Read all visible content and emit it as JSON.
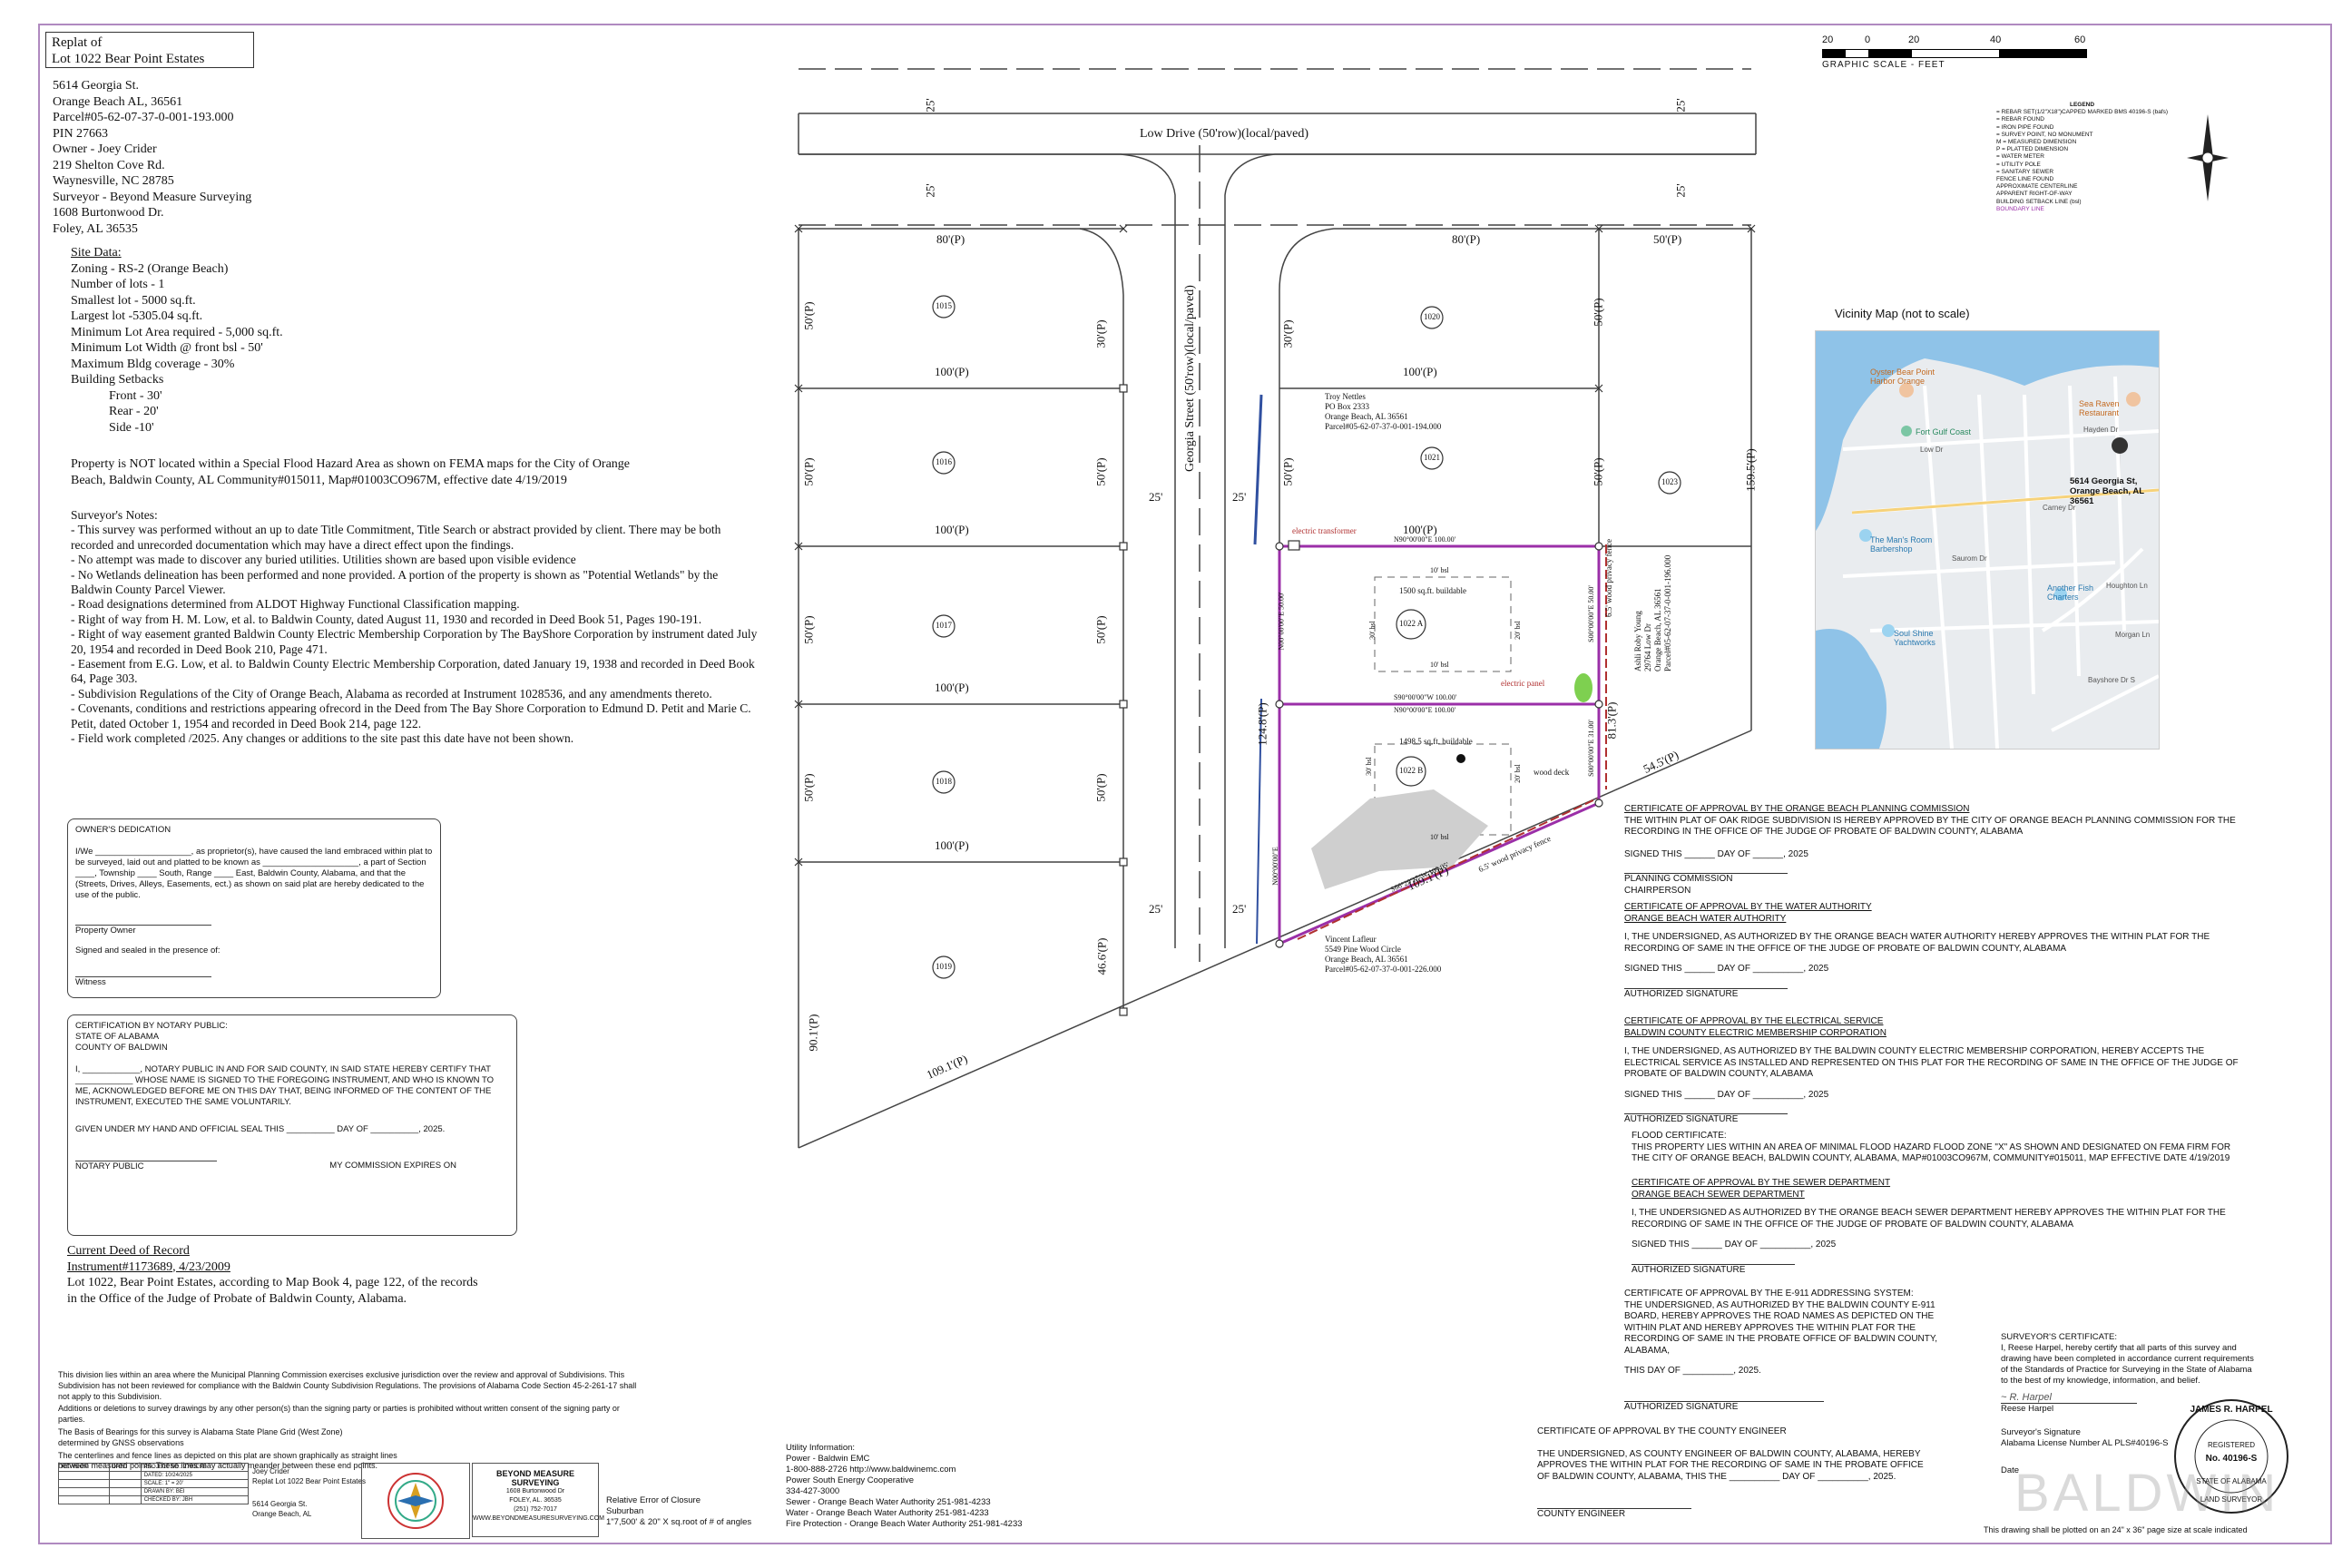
{
  "title_box": {
    "line1": "Replat of",
    "line2": "Lot 1022 Bear Point Estates"
  },
  "info_lines": [
    "5614 Georgia St.",
    "Orange Beach AL, 36561",
    "Parcel#05-62-07-37-0-001-193.000",
    "PIN 27663",
    "Owner - Joey Crider",
    "219 Shelton Cove Rd.",
    "Waynesville, NC 28785",
    "Surveyor - Beyond Measure Surveying",
    "1608 Burtonwood Dr.",
    "Foley, AL 36535"
  ],
  "site_data": {
    "heading": "Site Data:",
    "lines": [
      "Zoning - RS-2 (Orange Beach)",
      "Number of lots - 1",
      "Smallest lot - 5000 sq.ft.",
      "Largest lot -5305.04 sq.ft.",
      "Minimum Lot Area required - 5,000 sq.ft.",
      "Minimum Lot Width @ front bsl - 50'",
      "Maximum Bldg coverage - 30%",
      "Building Setbacks"
    ],
    "setbacks": [
      "Front - 30'",
      "Rear - 20'",
      "Side -10'"
    ]
  },
  "fema_note": "Property is NOT located within a Special Flood Hazard Area as shown on FEMA maps for the City of Orange Beach, Baldwin County, AL Community#015011, Map#01003CO967M, effective date 4/19/2019",
  "notes": {
    "heading": "Surveyor's Notes:",
    "lines": [
      "- This survey was performed without an up to date Title Commitment, Title Search or abstract provided by client. There may be both recorded and unrecorded documentation which may have a direct effect upon the findings.",
      "- No attempt was made to discover any buried utilities. Utilities shown are based upon visible evidence",
      "- No Wetlands delineation has been performed and none provided. A portion of the property is shown as \"Potential Wetlands\" by the Baldwin County Parcel Viewer.",
      "- Road designations determined from ALDOT Highway Functional Classification mapping.",
      "- Right of way from H. M. Low, et al. to Baldwin County, dated August 11, 1930 and recorded in Deed Book 51, Pages 190-191.",
      "- Right of way easement granted Baldwin County Electric Membership Corporation by The BayShore Corporation by instrument dated July 20, 1954 and recorded in Deed Book 210, Page 471.",
      "- Easement from E.G. Low, et al. to Baldwin County Electric Membership Corporation, dated January 19, 1938 and recorded in Deed Book 64, Page 303.",
      "- Subdivision Regulations of the City of Orange Beach, Alabama as recorded at Instrument 1028536, and any amendments thereto.",
      "- Covenants, conditions and restrictions appearing ofrecord in the Deed from The Bay Shore Corporation to Edmund D. Petit and Marie C. Petit, dated October 1, 1954 and recorded in Deed Book 214, page 122.",
      "- Field work completed    /2025. Any changes or additions to the site past this date have not been shown."
    ]
  },
  "owner_dedication": {
    "heading": "OWNER'S DEDICATION",
    "body": "I/We ____________________, as proprietor(s), have caused the land embraced within plat to be surveyed, laid out and platted to be known as ____________________, a part of Section ____, Township ____ South, Range ____ East, Baldwin County, Alabama, and that the (Streets, Drives, Alleys, Easements, ect.) as shown on said plat are hereby dedicated to the use of the public.",
    "owner_label": "Property Owner",
    "signed": "Signed and sealed in the presence of:",
    "witness": "Witness"
  },
  "notary": {
    "heading": "CERTIFICATION BY NOTARY PUBLIC:",
    "state": "STATE OF ALABAMA",
    "county": "COUNTY OF BALDWIN",
    "body": "I, ____________, NOTARY PUBLIC IN AND FOR SAID COUNTY, IN SAID STATE HEREBY CERTIFY THAT ____________ WHOSE NAME IS SIGNED TO THE FOREGOING INSTRUMENT, AND WHO IS KNOWN TO ME, ACKNOWLEDGED BEFORE ME ON THIS DAY THAT, BEING INFORMED OF THE CONTENT OF THE INSTRUMENT, EXECUTED THE SAME VOLUNTARILY.",
    "given": "GIVEN UNDER MY HAND AND OFFICIAL SEAL THIS __________ DAY OF __________, 2025.",
    "notary_public": "NOTARY PUBLIC",
    "expires": "MY COMMISSION EXPIRES ON"
  },
  "deed": {
    "heading": "Current Deed of Record",
    "instrument": "Instrument#1173689, 4/23/2009",
    "body": "Lot 1022, Bear Point Estates, according to Map Book 4, page 122, of the records in the Office of the Judge of Probate of Baldwin County, Alabama."
  },
  "fine_print": [
    "This division lies within an area where the Municipal Planning Commission exercises exclusive jurisdiction over the review and approval of Subdivisions. This Subdivision has not been reviewed for compliance with the Baldwin County Subdivision Regulations. The provisions of Alabama Code Section 45-2-261-17 shall not apply to this Subdivision.",
    "Additions or deletions to survey drawings by any other person(s) than the signing party or parties is prohibited without written consent of the signing party or parties.",
    "The Basis of Bearings for this survey is Alabama State Plane Grid (West Zone) determined by GNSS observations",
    "The centerlines and fence lines as depicted on this plat are shown graphically as straight lines between measured points. These lines may actually meander between these end points."
  ],
  "title_block": {
    "revision": "REVISION",
    "date": "DATE",
    "project_no": "PROJECT NO.: 2780CR8",
    "dated": "DATED: 10/24/2025",
    "scale": "SCALE: 1\" = 20'",
    "drawn": "DRAWN BY: BEI",
    "checked": "CHECKED BY: JBH",
    "client": "Joey Crider",
    "project": "Replat Lot 1022 Bear Point Estates",
    "addr1": "5614 Georgia St.",
    "addr2": "Orange Beach, AL",
    "company": "BEYOND MEASURE SURVEYING",
    "company_addr": "1608 Burtonwood Dr",
    "company_city": "FOLEY, AL. 36535",
    "company_phone": "(251) 752-7017",
    "company_web": "WWW.BEYONDMEASURESURVEYING.COM"
  },
  "closure": {
    "line1": "Relative Error of Closure",
    "line2": "Suburban",
    "line3": "1\"7,500' & 20\" X sq.root of # of angles"
  },
  "utility": [
    "Utility Information:",
    "Power - Baldwin EMC",
    "1-800-888-2726 http://www.baldwinemc.com",
    "Power South Energy Cooperative",
    "334-427-3000",
    "Sewer - Orange Beach Water Authority 251-981-4233",
    "Water - Orange Beach Water Authority 251-981-4233",
    "Fire Protection - Orange Beach Water Authority 251-981-4233"
  ],
  "scale": {
    "label": "GRAPHIC SCALE - FEET",
    "ticks": [
      "20",
      "0",
      "20",
      "40",
      "60"
    ]
  },
  "legend": {
    "title": "LEGEND",
    "items": [
      "= REBAR SET(1/2\"X18\")CAPPED MARKED BMS 40196-S (bafs)",
      "= REBAR FOUND",
      "= IRON PIPE FOUND",
      "= SURVEY POINT, NO MONUMENT",
      "M = MEASURED DIMENSION",
      "P = PLATTED DIMENSION",
      "= WATER METER",
      "= UTILITY POLE",
      "= SANITARY SEWER",
      "FENCE LINE FOUND",
      "APPROXIMATE CENTERLINE",
      "APPARENT RIGHT-OF-WAY",
      "BUILDING SETBACK LINE (bsl)",
      "BOUNDARY LINE"
    ]
  },
  "vicinity": {
    "title": "Vicinity Map (not to scale)",
    "address": "5614 Georgia St, Orange Beach, AL 36561",
    "labels": [
      "Oyster Bear Point Harbor Orange",
      "Sea Raven Restaurant",
      "Fort Gulf Coast",
      "Low Dr",
      "Hayden Dr",
      "Carney Dr",
      "The Man's Room Barbershop",
      "Saurom Dr",
      "Soul Shine Yachtworks",
      "Houghton Ln",
      "Another Fish Charters",
      "Bayshore Dr S",
      "Morgan Ln"
    ]
  },
  "plat": {
    "low_drive": "Low Drive (50'row)(local/paved)",
    "georgia": "Georgia Street (50'row)(local/paved)",
    "row_25": "25'",
    "dims": {
      "d80": "80'(P)",
      "d50": "50'(P)",
      "d100": "100'(P)",
      "d30": "30'(P)",
      "d159": "159.5'(P)",
      "d124": "124.8'(P)",
      "d81": "81.3'(P)",
      "d54": "54.5'(P)",
      "d109": "109.1'(P)",
      "d109b": "109.1'(P)",
      "d46": "46.6'(P)",
      "d90": "90.1'(P)",
      "b1": "N90°00'00\"E 100.00'",
      "b2": "S90°00'00\"W 100.00'",
      "b3": "N90°00'00\"E 100.00'",
      "b4": "S66°29'27\"W 109.05'",
      "n1": "N00°00'00\"E 50.00'",
      "n2": "N00°00'00\"E",
      "n3": "S00°00'00\"E 50.00'",
      "n4": "S00°00'00\"E 31.00'"
    },
    "lots": [
      "1015",
      "1016",
      "1017",
      "1018",
      "1019",
      "1020",
      "1021",
      "1023",
      "1022 A",
      "1022 B"
    ],
    "bsl": "10' bsl",
    "bsl30": "30' bsl",
    "bsl20": "20' bsl",
    "build_a": "1500 sq.ft. buildable",
    "build_b": "1498.5 sq.ft. buildable",
    "fence1": "6.5' wood privacy fence",
    "fence2": "6.5' wood privacy fence",
    "electric_transformer": "electric transformer",
    "electric_panel": "electric panel",
    "deck": "wood deck",
    "nettles": [
      "Troy Nettles",
      "PO Box 2333",
      "Orange Beach, AL 36561",
      "Parcel#05-62-07-37-0-001-194.000"
    ],
    "young": [
      "Ashli Roby Young",
      "29764 Low Dr",
      "Orange Beach, AL 36561",
      "Parcel#05-62-07-37-0-001-196.000"
    ],
    "lafleur": [
      "Vincent Lafleur",
      "5549 Pine Wood Circle",
      "Orange Beach, AL 36561",
      "Parcel#05-62-07-37-0-001-226.000"
    ]
  },
  "certs": {
    "planning": {
      "h": "CERTIFICATE OF APPROVAL BY THE ORANGE BEACH PLANNING COMMISSION",
      "b": "THE WITHIN PLAT OF OAK RIDGE SUBDIVISION IS HEREBY APPROVED BY THE CITY OF ORANGE BEACH PLANNING COMMISSION FOR THE RECORDING IN THE OFFICE OF THE JUDGE OF PROBATE OF BALDWIN COUNTY, ALABAMA",
      "signed": "SIGNED THIS ______ DAY OF ______, 2025",
      "chair": "PLANNING COMMISSION CHAIRPERSON"
    },
    "water": {
      "h": "CERTIFICATE OF APPROVAL BY THE WATER AUTHORITY",
      "h2": "ORANGE BEACH WATER AUTHORITY",
      "b": "I, THE UNDERSIGNED, AS AUTHORIZED BY THE ORANGE BEACH WATER AUTHORITY HEREBY APPROVES THE WITHIN PLAT FOR THE RECORDING OF SAME IN THE OFFICE OF THE JUDGE OF PROBATE OF BALDWIN COUNTY, ALABAMA",
      "signed": "SIGNED THIS ______ DAY OF __________, 2025",
      "sig": "AUTHORIZED SIGNATURE"
    },
    "electric": {
      "h": "CERTIFICATE OF APPROVAL BY THE ELECTRICAL SERVICE",
      "h2": "BALDWIN COUNTY ELECTRIC MEMBERSHIP CORPORATION",
      "b": "I, THE UNDERSIGNED, AS AUTHORIZED BY THE BALDWIN COUNTY ELECTRIC MEMBERSHIP CORPORATION, HEREBY ACCEPTS THE ELECTRICAL SERVICE AS INSTALLED AND REPRESENTED ON THIS PLAT FOR THE RECORDING OF SAME IN THE OFFICE OF THE JUDGE OF PROBATE OF BALDWIN COUNTY, ALABAMA",
      "signed": "SIGNED THIS ______ DAY OF __________, 2025",
      "sig": "AUTHORIZED SIGNATURE"
    },
    "flood": {
      "h": "FLOOD CERTIFICATE:",
      "b": "THIS PROPERTY LIES WITHIN AN AREA OF MINIMAL FLOOD HAZARD FLOOD ZONE \"X\" AS SHOWN AND DESIGNATED ON FEMA FIRM FOR THE CITY OF ORANGE BEACH, BALDWIN COUNTY, ALABAMA, MAP#01003CO967M, COMMUNITY#015011, MAP EFFECTIVE DATE 4/19/2019"
    },
    "sewer": {
      "h": "CERTIFICATE OF APPROVAL BY THE SEWER DEPARTMENT",
      "h2": "ORANGE BEACH SEWER DEPARTMENT",
      "b": "I, THE UNDERSIGNED AS AUTHORIZED BY THE ORANGE BEACH SEWER DEPARTMENT HEREBY APPROVES THE WITHIN PLAT FOR THE RECORDING OF SAME IN THE OFFICE OF THE JUDGE OF PROBATE OF BALDWIN COUNTY, ALABAMA",
      "signed": "SIGNED THIS ______ DAY OF __________, 2025",
      "sig": "AUTHORIZED SIGNATURE"
    },
    "e911": {
      "h": "CERTIFICATE OF APPROVAL BY THE E-911 ADDRESSING SYSTEM:",
      "b": "THE UNDERSIGNED, AS AUTHORIZED BY THE BALDWIN COUNTY E-911 BOARD, HEREBY APPROVES THE ROAD NAMES AS DEPICTED ON THE WITHIN PLAT AND HEREBY APPROVES THE WITHIN PLAT FOR THE RECORDING OF SAME IN THE PROBATE OFFICE OF BALDWIN COUNTY, ALABAMA,",
      "day": "THIS DAY OF __________, 2025.",
      "sig": "AUTHORIZED SIGNATURE"
    },
    "engineer": {
      "h": "CERTIFICATE OF APPROVAL BY THE COUNTY ENGINEER",
      "b": "THE UNDERSIGNED, AS COUNTY ENGINEER OF BALDWIN COUNTY, ALABAMA, HEREBY APPROVES THE WITHIN PLAT FOR THE RECORDING OF SAME IN THE PROBATE OFFICE",
      "day": "OF BALDWIN COUNTY, ALABAMA, THIS THE __________ DAY OF __________, 2025.",
      "sig": "COUNTY ENGINEER"
    }
  },
  "surveyor": {
    "h": "SURVEYOR'S CERTIFICATE:",
    "b": "I, Reese Harpel, hereby certify that all parts of this survey and drawing have been completed in accordance current requirements of the Standards of Practice for Surveying in the State of Alabama to the best of my knowledge, information, and belief.",
    "name": "Reese Harpel",
    "sigline": "Surveyor's Signature",
    "license": "Alabama License Number AL PLS#40196-S",
    "date": "Date",
    "seal_name": "JAMES R. HARPEL",
    "seal_no": "No. 40196-S",
    "seal_reg": "REGISTERED",
    "seal_state": "STATE OF ALABAMA",
    "seal_surv": "LAND SURVEYOR"
  },
  "plot_note": "This drawing shall be plotted on an 24\" x 36\" page size at scale indicated",
  "watermark": "BALDWIN",
  "colors": {
    "boundary": "#9b2fa8",
    "setback": "#555555",
    "fence": "#b03030",
    "frame": "#b08ac0"
  }
}
